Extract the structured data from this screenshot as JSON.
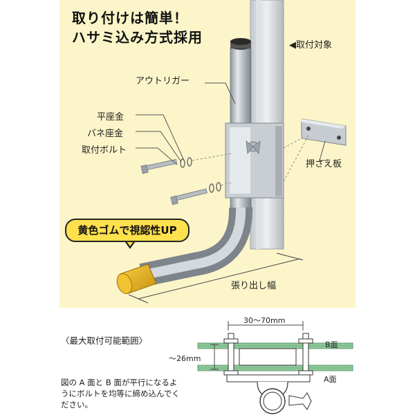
{
  "title": {
    "line1": "取り付けは簡単！",
    "line2": "ハサミ込み方式採用"
  },
  "labels": {
    "target": "◀取付対象",
    "outrigger": "アウトリガー",
    "flat_washer": "平座金",
    "spring_washer": "バネ座金",
    "mount_bolt": "取付ボルト",
    "press_plate": "押さえ板",
    "reach": "張り出し幅"
  },
  "callout": "黄色ゴムで視認性UP",
  "range": {
    "title": "〈最大取付可能範囲〉",
    "width_dim": "30〜70mm",
    "height_dim": "〜26mm",
    "face_b": "B面",
    "face_a": "A面",
    "note": "図の A 面と B 面が平行になるようにボルトを均等に締め込んでください。"
  },
  "colors": {
    "panel_bg": "#fbf5c9",
    "callout_bg": "#ffe04d",
    "rubber_cap": "#e8b21f",
    "metal": "#b9bfc6",
    "glass_green": "#7fbf8a"
  }
}
